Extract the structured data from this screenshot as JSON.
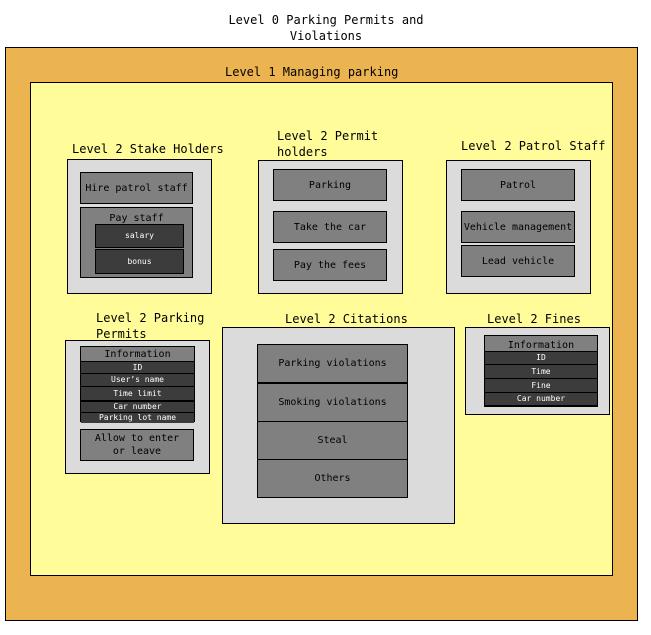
{
  "level0": {
    "title": "Level 0 Parking Permits and Violations"
  },
  "level1": {
    "title": "Level 1 Managing parking permits"
  },
  "stake_holders": {
    "title": "Level 2 Stake Holders",
    "hire_patrol_staff": "Hire patrol staff",
    "pay_staff": "Pay staff",
    "salary": "salary",
    "bonus": "bonus"
  },
  "permit_holders": {
    "title": "Level 2 Permit holders",
    "parking": "Parking",
    "take_the_car": "Take the car",
    "pay_the_fees": "Pay the fees"
  },
  "patrol_staff": {
    "title": "Level 2 Patrol Staff",
    "patrol": "Patrol",
    "vehicle_management": "Vehicle management",
    "lead_vehicle": "Lead vehicle"
  },
  "parking_permits": {
    "title": "Level 2 Parking Permits",
    "information": "Information",
    "fields": [
      "ID",
      "User’s name",
      "Time limit",
      "Car number",
      "Parking lot name"
    ],
    "allow": "Allow to enter or leave"
  },
  "citations": {
    "title": "Level 2 Citations",
    "items": [
      "Parking violations",
      "Smoking violations",
      "Steal",
      "Others"
    ]
  },
  "fines": {
    "title": "Level 2 Fines",
    "information": "Information",
    "fields": [
      "ID",
      "Time",
      "Fine",
      "Car number"
    ]
  }
}
